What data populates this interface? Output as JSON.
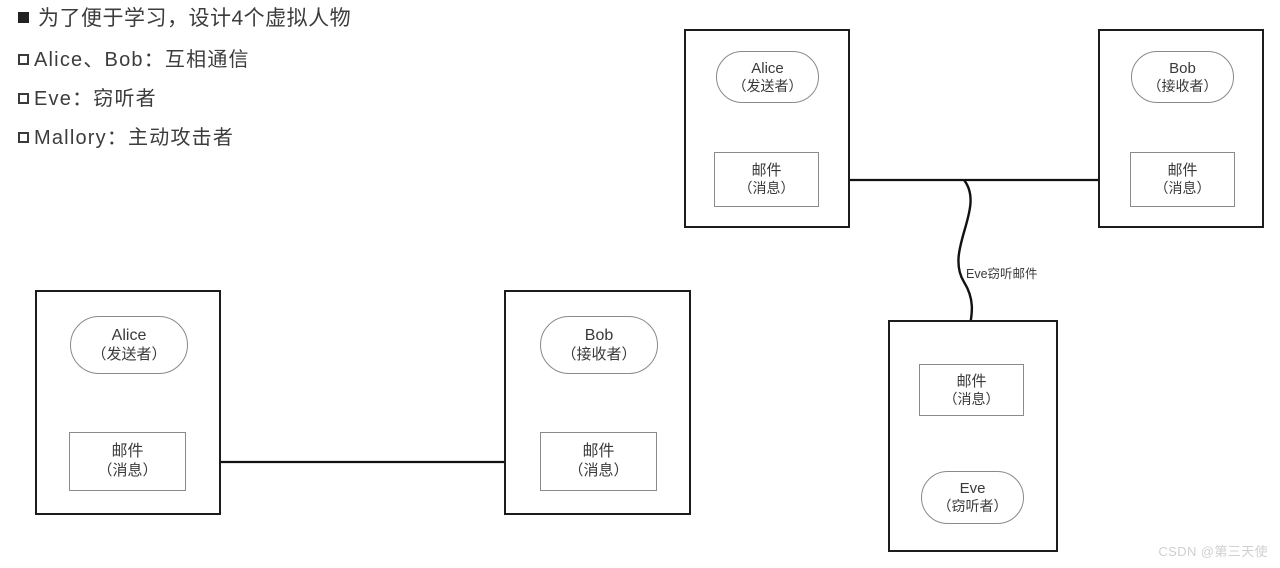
{
  "slide": {
    "bullets": [
      {
        "marker": "filled-square-marker",
        "text": "为了便于学习，设计4个虚拟人物",
        "level": 1
      },
      {
        "marker": "hollow-square-marker",
        "text": "Alice、Bob：互相通信",
        "level": 2
      },
      {
        "marker": "hollow-square-marker",
        "text": "Eve：窃听者",
        "level": 2
      },
      {
        "marker": "hollow-square-marker",
        "text": "Mallory：主动攻击者",
        "level": 2
      }
    ]
  },
  "diagram_top": {
    "alice_group": {
      "person": {
        "name": "Alice",
        "role": "（发送者）"
      },
      "mail": {
        "name": "邮件",
        "role": "（消息）"
      }
    },
    "bob_group": {
      "person": {
        "name": "Bob",
        "role": "（接收者）"
      },
      "mail": {
        "name": "邮件",
        "role": "（消息）"
      }
    },
    "eve_group": {
      "person": {
        "name": "Eve",
        "role": "（窃听者）"
      },
      "mail": {
        "name": "邮件",
        "role": "（消息）"
      }
    },
    "edge_label": "Eve窃听邮件"
  },
  "diagram_bottom": {
    "alice_group": {
      "person": {
        "name": "Alice",
        "role": "（发送者）"
      },
      "mail": {
        "name": "邮件",
        "role": "（消息）"
      }
    },
    "bob_group": {
      "person": {
        "name": "Bob",
        "role": "（接收者）"
      },
      "mail": {
        "name": "邮件",
        "role": "（消息）"
      }
    }
  },
  "watermark": "CSDN @第三天使",
  "colors": {
    "outer_border": "#1c1c1c",
    "inner_border": "#8a8a8a",
    "text": "#3a3a3a",
    "watermark": "#d0d0d0"
  }
}
